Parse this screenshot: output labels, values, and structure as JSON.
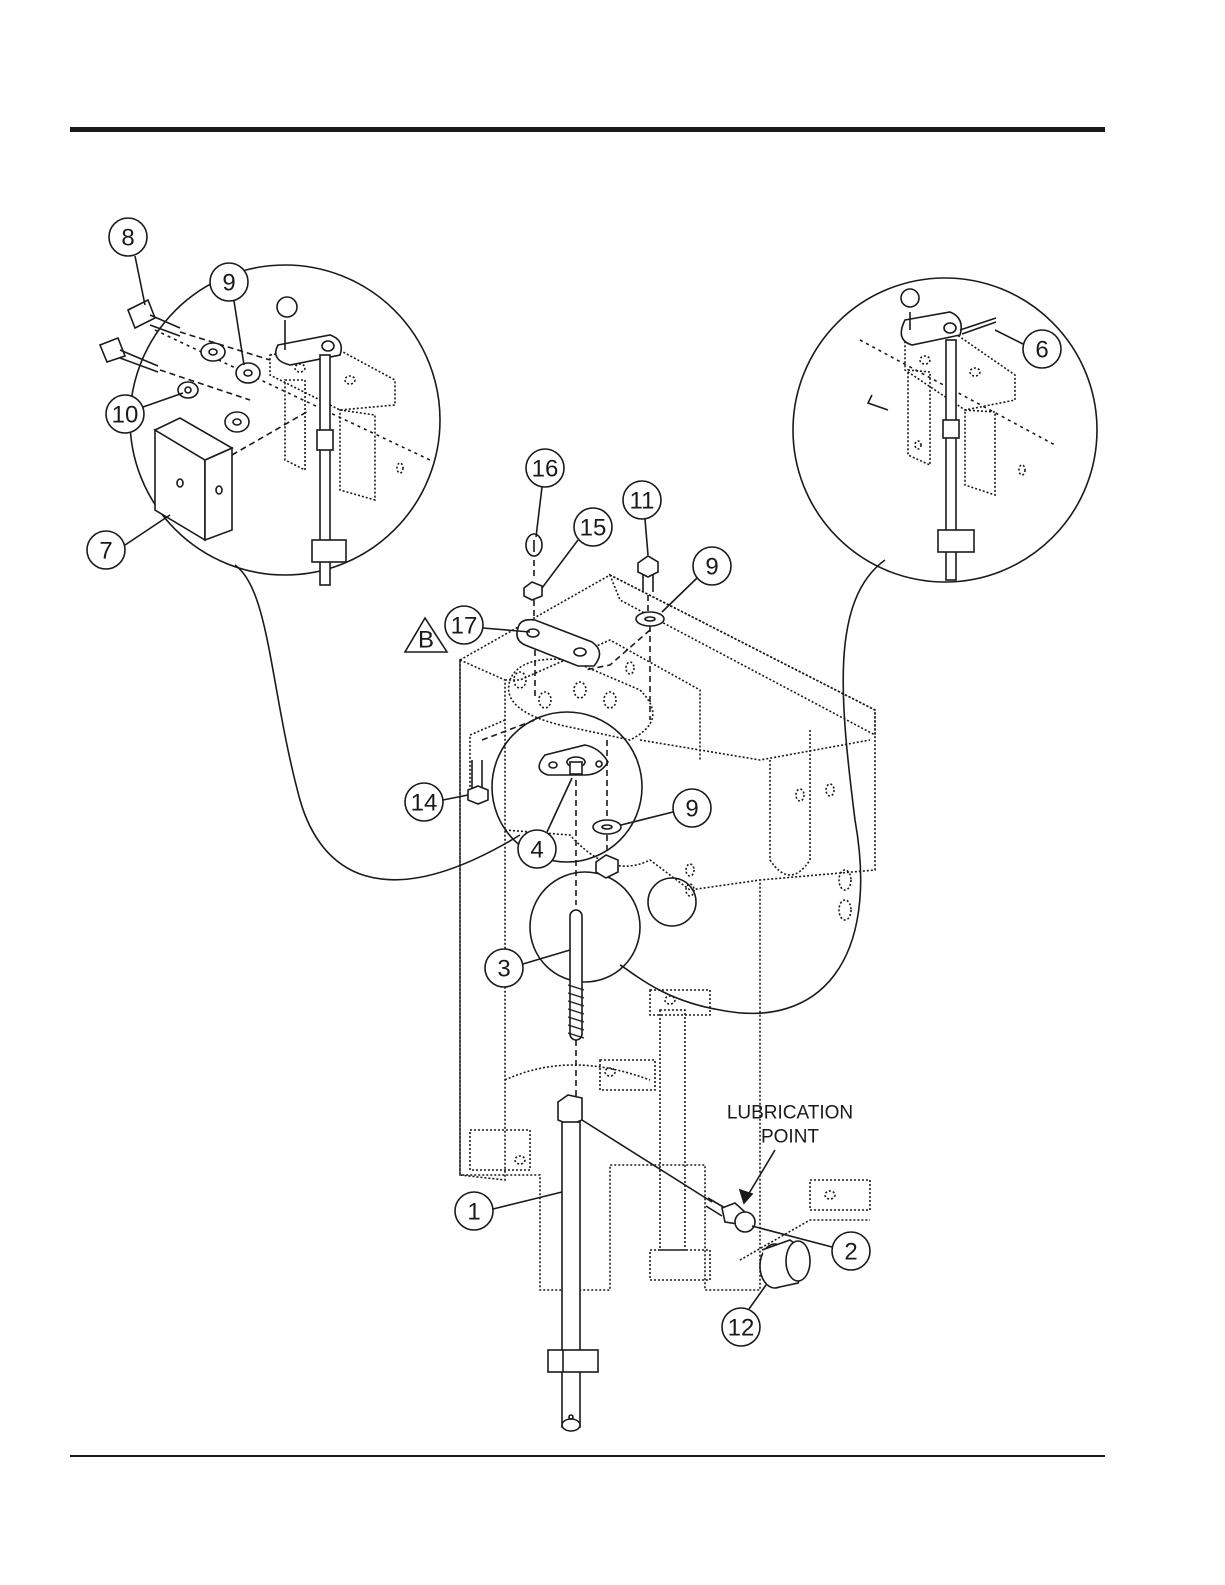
{
  "callouts": [
    {
      "id": "c8",
      "label": "8"
    },
    {
      "id": "c9a",
      "label": "9"
    },
    {
      "id": "c10",
      "label": "10"
    },
    {
      "id": "c7",
      "label": "7"
    },
    {
      "id": "c6",
      "label": "6"
    },
    {
      "id": "c16",
      "label": "16"
    },
    {
      "id": "c15",
      "label": "15"
    },
    {
      "id": "c11",
      "label": "11"
    },
    {
      "id": "c9b",
      "label": "9"
    },
    {
      "id": "c17",
      "label": "17"
    },
    {
      "id": "c14",
      "label": "14"
    },
    {
      "id": "c9c",
      "label": "9"
    },
    {
      "id": "c4",
      "label": "4"
    },
    {
      "id": "c3",
      "label": "3"
    },
    {
      "id": "c1",
      "label": "1"
    },
    {
      "id": "c2",
      "label": "2"
    },
    {
      "id": "c12",
      "label": "12"
    }
  ],
  "warning_tag": "B",
  "lubrication_note": {
    "line1": "LUBRICATION",
    "line2": "POINT"
  }
}
